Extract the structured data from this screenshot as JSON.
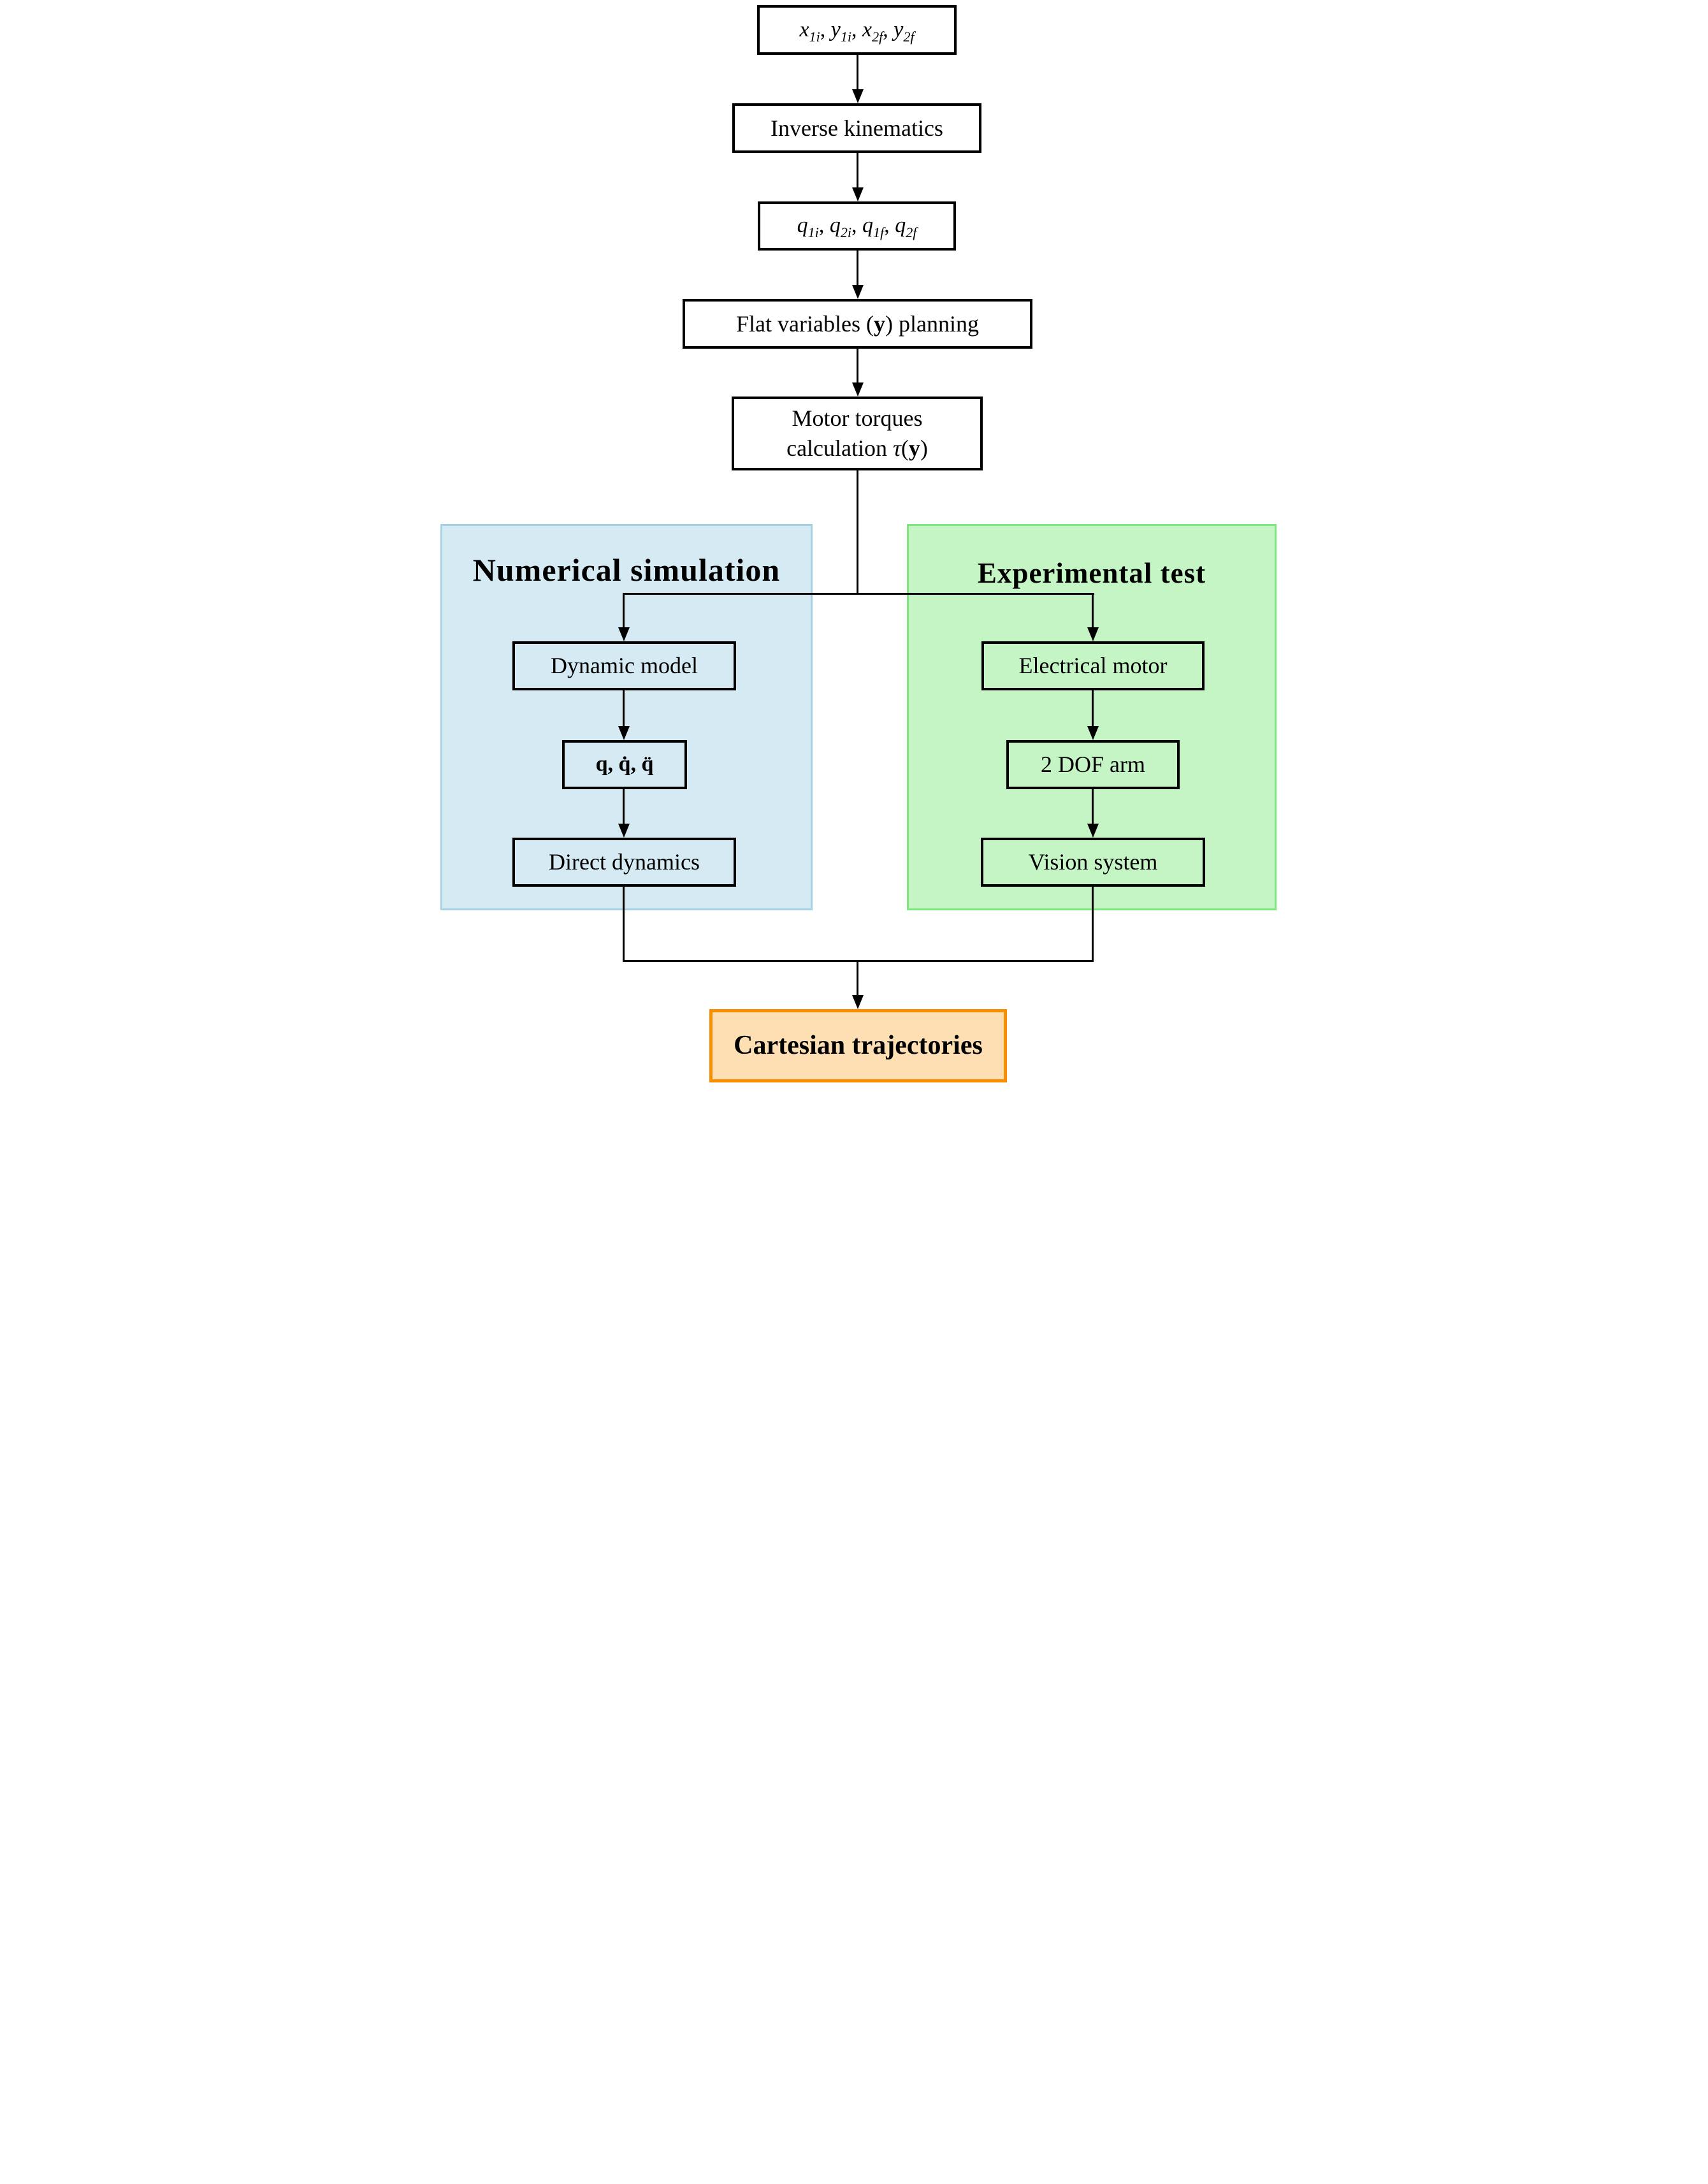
{
  "page": {
    "background": "#ffffff"
  },
  "flow": {
    "input_box": {
      "parts": [
        {
          "base": "x",
          "sub": "1i",
          "sep": ", "
        },
        {
          "base": "y",
          "sub": "1i",
          "sep": ", "
        },
        {
          "base": "x",
          "sub": "2f",
          "sep": ", "
        },
        {
          "base": "y",
          "sub": "2f",
          "sep": ""
        }
      ]
    },
    "inverse_kinematics_label": "Inverse kinematics",
    "joint_box": {
      "parts": [
        {
          "base": "q",
          "sub": "1i",
          "sep": ", "
        },
        {
          "base": "q",
          "sub": "2i",
          "sep": ", "
        },
        {
          "base": "q",
          "sub": "1f",
          "sep": ", "
        },
        {
          "base": "q",
          "sub": "2f",
          "sep": ""
        }
      ]
    },
    "flat_variables": {
      "pre": "Flat variables (",
      "bold_y": "y",
      "post": ") planning"
    },
    "motor_torques": {
      "line1": "Motor torques",
      "line2_pre": "calculation ",
      "tau": "τ",
      "open_paren": "(",
      "bold_y": "y",
      "close_paren": ")"
    }
  },
  "panels": {
    "numerical": {
      "title": "Numerical simulation",
      "fill_color": "#d5eaf3",
      "border_color": "#a8d2e4",
      "dynamic_model_label": "Dynamic model",
      "state_label": "q, q̇, q̈",
      "direct_dynamics_label": "Direct dynamics"
    },
    "experimental": {
      "title": "Experimental test",
      "fill_color": "#c5f5c5",
      "border_color": "#7ee87e",
      "electrical_motor_label": "Electrical motor",
      "dof_arm_label": "2 DOF arm",
      "vision_system_label": "Vision system"
    }
  },
  "output": {
    "label": "Cartesian trajectories",
    "fill_color": "#fddfb3",
    "border_color": "#f98f00"
  }
}
